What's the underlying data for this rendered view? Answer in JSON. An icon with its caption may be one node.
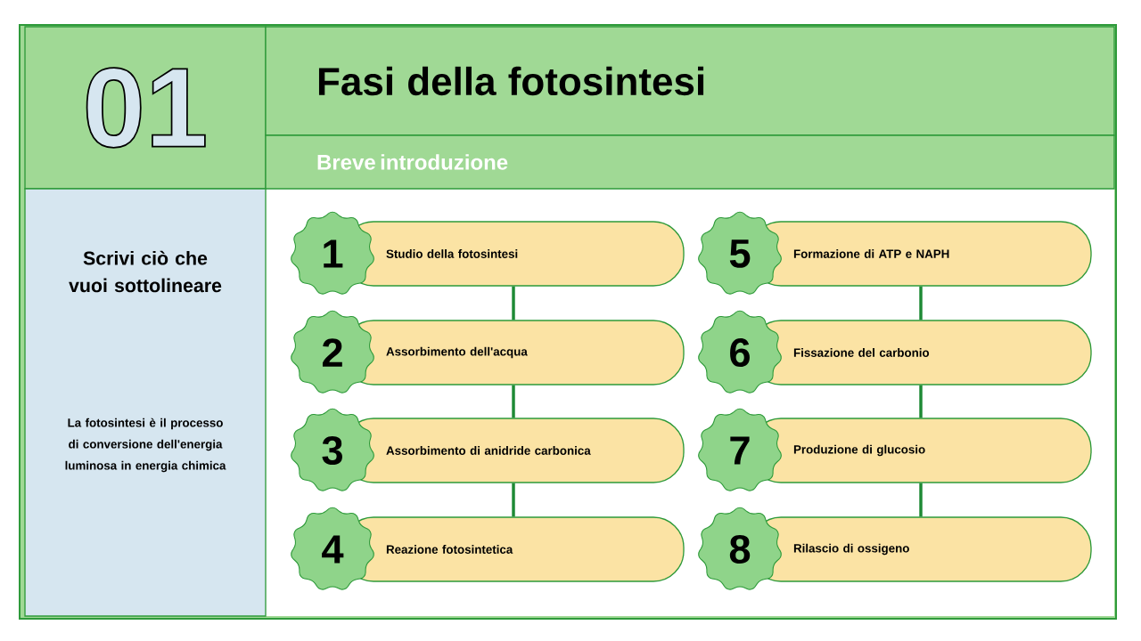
{
  "diagram": {
    "nodes": [
      {
        "text": [
          "01"
        ]
      },
      {
        "text": [
          "Fasi della fotosintesi"
        ]
      },
      {
        "text": [
          "Breve introduzione"
        ]
      },
      {
        "text": [
          "Scrivi ciò che vuoi sottolineare",
          "La fotosintesi è il processo di conversione dell'energia luminosa in energia chimica"
        ]
      },
      {
        "text": [
          "1"
        ]
      },
      {
        "text": [
          "Studio della fotosintesi"
        ]
      },
      {
        "text": [
          "2"
        ]
      },
      {
        "text": [
          "Assorbimento dell'acqua"
        ]
      },
      {
        "text": [
          "3"
        ]
      },
      {
        "text": [
          "Assorbimento di anidride carbonica"
        ]
      },
      {
        "text": [
          "4"
        ]
      },
      {
        "text": [
          "Reazione fotosintetica"
        ]
      },
      {
        "text": [
          "5"
        ]
      },
      {
        "text": [
          "Formazione di ATP e NAPH"
        ]
      },
      {
        "text": [
          "6"
        ]
      },
      {
        "text": [
          "Fissazione del carbonio"
        ]
      },
      {
        "text": [
          "7"
        ]
      },
      {
        "text": [
          "Produzione di glucosio"
        ]
      },
      {
        "text": [
          "8"
        ]
      },
      {
        "text": [
          "Rilascio di ossigeno"
        ]
      }
    ],
    "edges": [
      {
        "from": 5,
        "to": 7,
        "arrow": "none"
      },
      {
        "from": 7,
        "to": 9,
        "arrow": "none"
      },
      {
        "from": 9,
        "to": 11,
        "arrow": "none"
      },
      {
        "from": 13,
        "to": 15,
        "arrow": "none"
      },
      {
        "from": 15,
        "to": 17,
        "arrow": "none"
      },
      {
        "from": 17,
        "to": 19,
        "arrow": "none"
      }
    ]
  }
}
